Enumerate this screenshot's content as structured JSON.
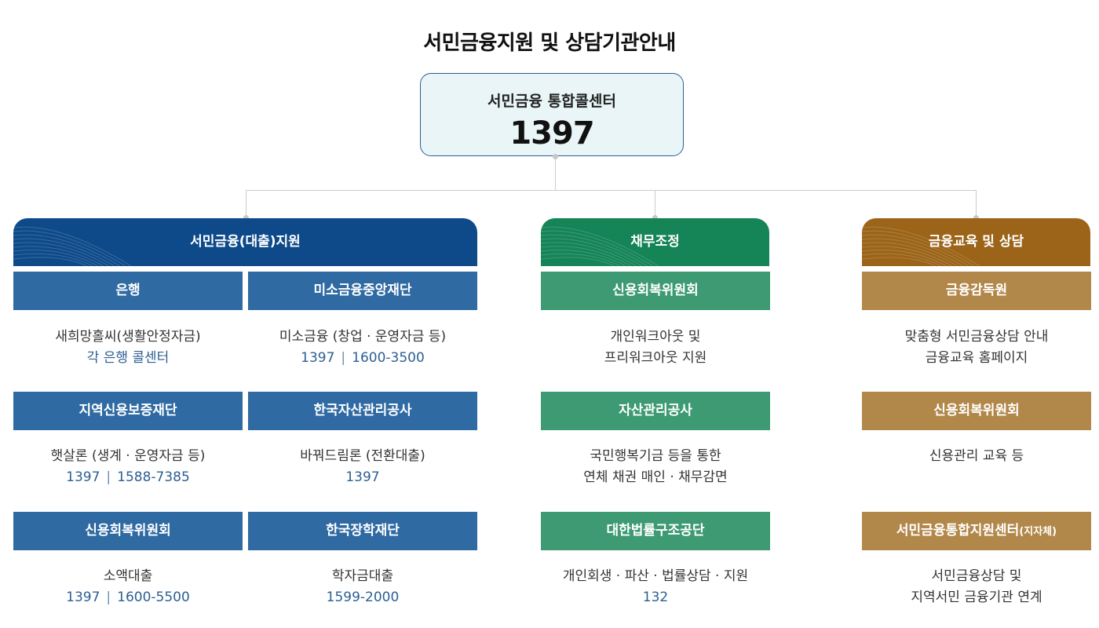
{
  "title": "서민금융지원 및 상담기관안내",
  "center": {
    "label": "서민금융 통합콜센터",
    "number": "1397"
  },
  "colors": {
    "blue_header": "#0e4a8a",
    "blue_sub": "#2f6aa3",
    "green_header": "#158457",
    "green_sub": "#3d9a73",
    "brown_header": "#9b6418",
    "brown_sub": "#b2884a",
    "link_blue": "#2c5f92"
  },
  "categories": {
    "loan": {
      "title": "서민금융(대출)지원",
      "items": [
        {
          "name": "은행",
          "line1": "새희망홀씨(생활안정자금)",
          "line2": "각 은행 콜센터"
        },
        {
          "name": "미소금융중앙재단",
          "line1": "미소금융 (창업 · 운영자금 등)",
          "phone1": "1397",
          "sep": "|",
          "phone2": "1600-3500"
        },
        {
          "name": "지역신용보증재단",
          "line1": "햇살론 (생계 · 운영자금 등)",
          "phone1": "1397",
          "sep": "|",
          "phone2": "1588-7385"
        },
        {
          "name": "한국자산관리공사",
          "line1": "바꿔드림론 (전환대출)",
          "line2": "1397"
        },
        {
          "name": "신용회복위원회",
          "line1": "소액대출",
          "phone1": "1397",
          "sep": "|",
          "phone2": "1600-5500"
        },
        {
          "name": "한국장학재단",
          "line1": "학자금대출",
          "line2": "1599-2000"
        }
      ]
    },
    "debt": {
      "title": "채무조정",
      "items": [
        {
          "name": "신용회복위원회",
          "line1": "개인워크아웃 및",
          "line2": "프리워크아웃 지원"
        },
        {
          "name": "자산관리공사",
          "line1": "국민행복기금 등을 통한",
          "line2": "연체 채권 매인 · 채무감면"
        },
        {
          "name": "대한법률구조공단",
          "line1": "개인회생 · 파산 · 법률상담 · 지원",
          "line2": "132"
        }
      ]
    },
    "edu": {
      "title": "금융교육 및 상담",
      "items": [
        {
          "name": "금융감독원",
          "line1": "맞춤형 서민금융상담 안내",
          "line2": "금융교육 홈페이지"
        },
        {
          "name": "신용회복위원회",
          "line1": "신용관리 교육 등"
        },
        {
          "name": "서민금융통합지원센터",
          "name_suffix": "(지자체)",
          "line1": "서민금융상담 및",
          "line2": "지역서민 금융기관 연계"
        }
      ]
    }
  }
}
